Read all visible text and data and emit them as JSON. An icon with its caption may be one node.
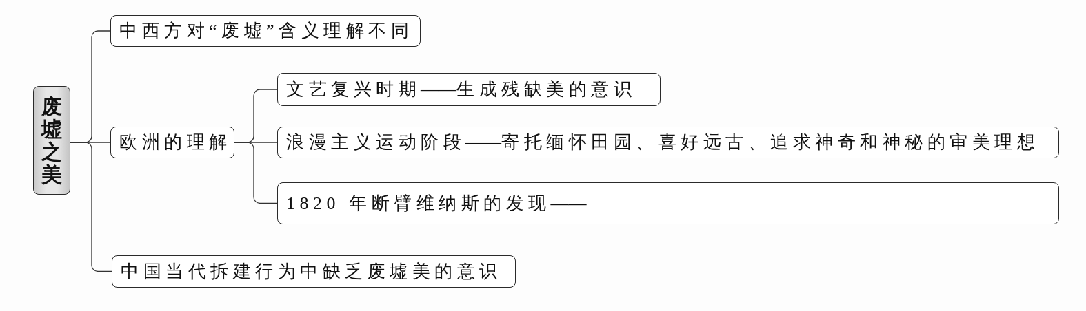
{
  "diagram": {
    "nodes": [
      {
        "text": [
          "废墟之美"
        ]
      },
      {
        "text": [
          "中西方对“废墟”含义理解不同"
        ]
      },
      {
        "text": [
          "欧洲的理解"
        ]
      },
      {
        "text": [
          "文艺复兴时期——生成残缺美的意识"
        ]
      },
      {
        "text": [
          "浪漫主义运动阶段——寄托缅怀田园、喜好远古、追求神奇和神秘的审美理想"
        ]
      },
      {
        "text": [
          "1820 年断臂维纳斯的发现——"
        ]
      },
      {
        "text": [
          "中国当代拆建行为中缺乏废墟美的意识"
        ]
      }
    ],
    "edges": [
      {
        "from": 0,
        "to": 1,
        "arrow": "none"
      },
      {
        "from": 0,
        "to": 2,
        "arrow": "none"
      },
      {
        "from": 0,
        "to": 6,
        "arrow": "none"
      },
      {
        "from": 2,
        "to": 3,
        "arrow": "none"
      },
      {
        "from": 2,
        "to": 4,
        "arrow": "none"
      },
      {
        "from": 2,
        "to": 5,
        "arrow": "none"
      }
    ]
  }
}
